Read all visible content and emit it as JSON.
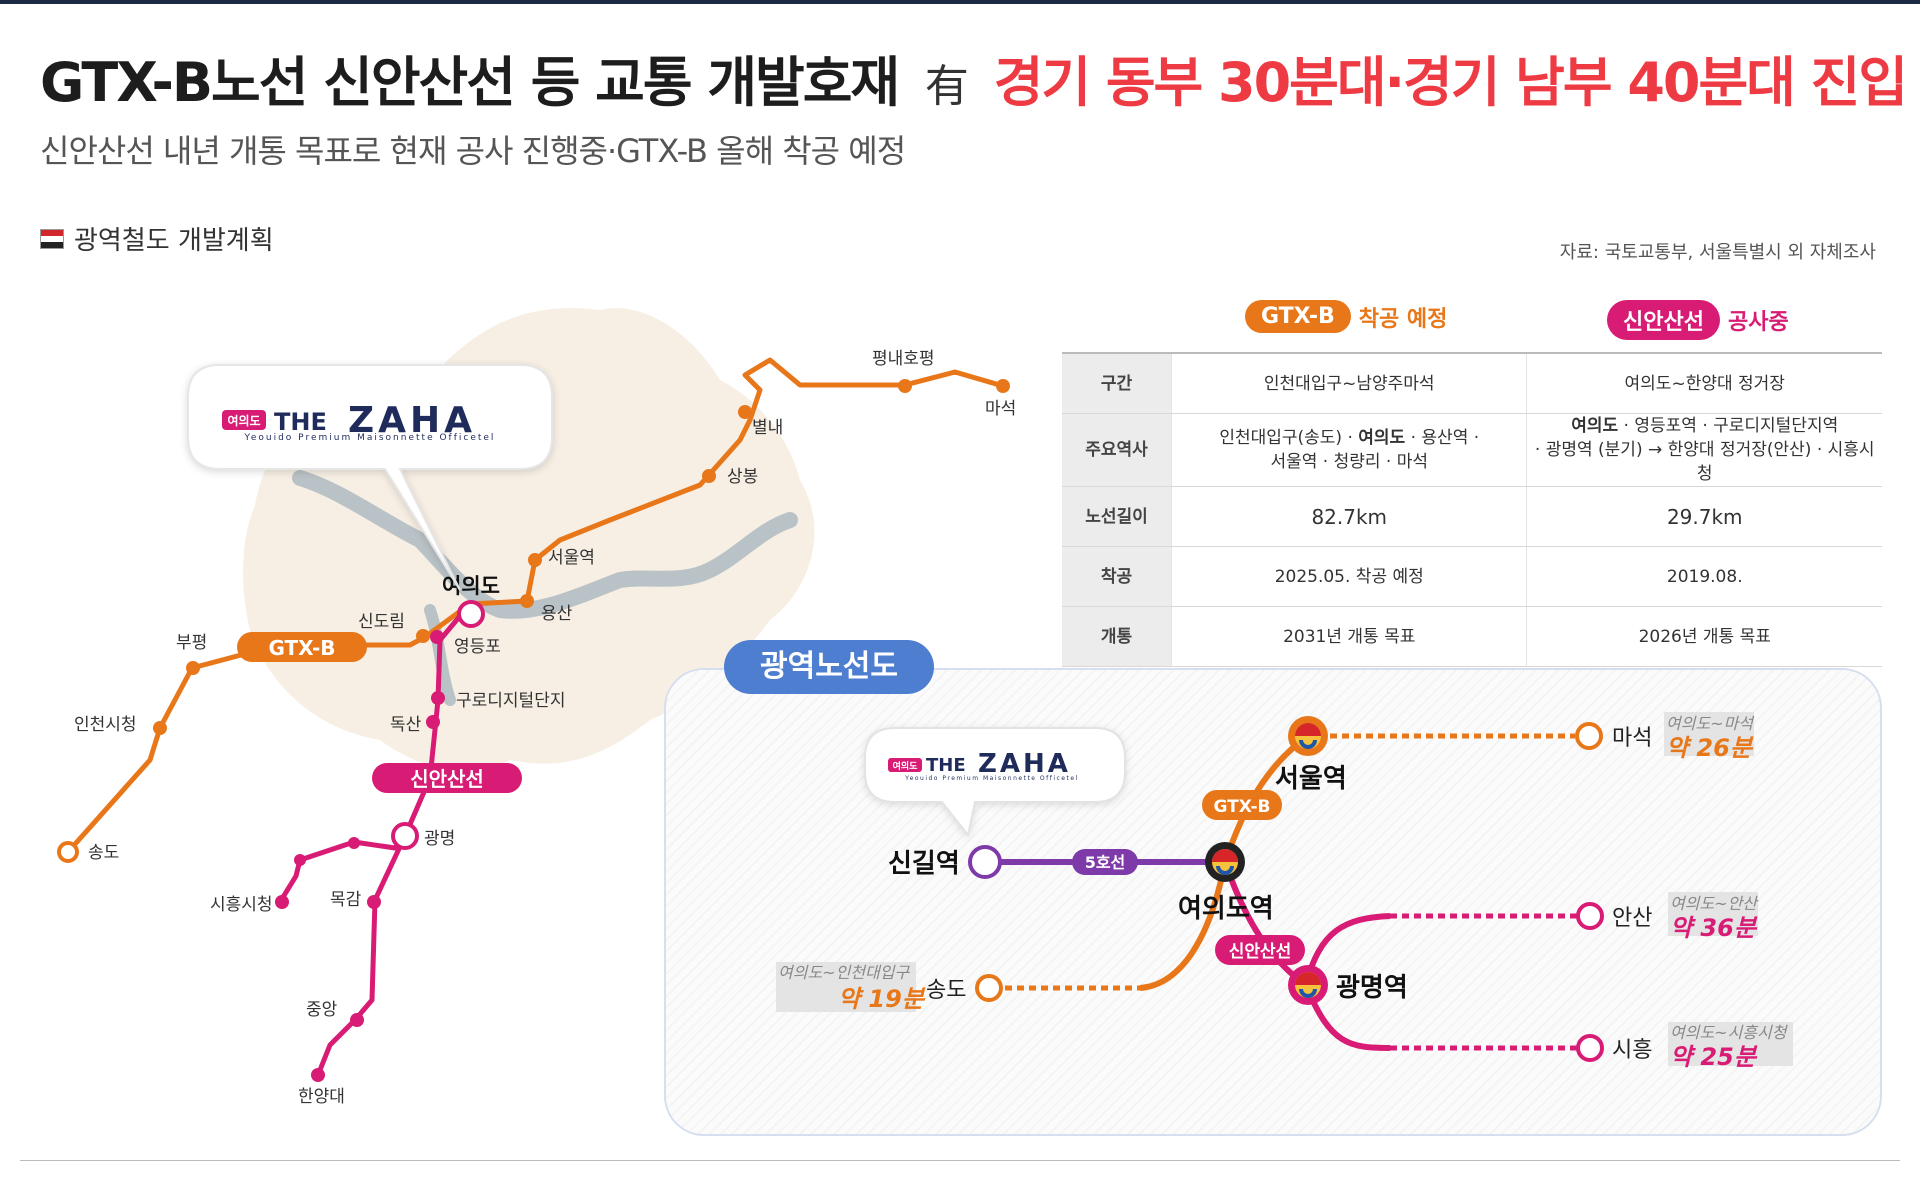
{
  "header": {
    "title_main": "GTX-B노선 신안산선 등 교통 개발호재",
    "title_have": "有",
    "title_highlight": "경기 동부 30분대·경기 남부 40분대 진입",
    "subtitle": "신안산선 내년 개통 목표로 현재 공사 진행중·GTX-B 올해 착공 예정"
  },
  "section_title": "광역철도 개발계획",
  "source": "자료: 국토교통부, 서울특별시 외 자체조사",
  "colors": {
    "gtx": "#e8771a",
    "sinansan": "#d81b74",
    "line5": "#7d3aa8",
    "title_red": "#ee3a43",
    "panel_label": "#4d7ed0"
  },
  "brand": {
    "badge": "여의도",
    "name_prefix": "THE",
    "name": "ZAHA",
    "tagline": "Yeouido Premium Maisonnette Officetel"
  },
  "map": {
    "gtx_label": "GTX-B",
    "sinansan_label": "신안산선",
    "stations": {
      "pyeongnae": "평내호평",
      "maseok": "마석",
      "byeollae": "별내",
      "sangbong": "상봉",
      "seoul": "서울역",
      "yeouido": "여의도",
      "yongsan": "용산",
      "sindorim": "신도림",
      "yeongdeungpo": "영등포",
      "bupyeong": "부평",
      "incheon_cityhall": "인천시청",
      "songdo": "송도",
      "guro": "구로디지털단지",
      "doksan": "독산",
      "gwangmyeong": "광명",
      "siheung_cityhall": "시흥시청",
      "mokgam": "목감",
      "jungang": "중앙",
      "hanyang": "한양대"
    }
  },
  "table": {
    "gtx_tag": "GTX-B",
    "gtx_status": "착공 예정",
    "sin_tag": "신안산선",
    "sin_status": "공사중",
    "rows": [
      {
        "label": "구간",
        "gtx": "인천대입구~남양주마석",
        "sin": "여의도~한양대 정거장"
      },
      {
        "label": "주요역사",
        "gtx_bold": "여의도",
        "gtx_pre": "인천대입구(송도) · ",
        "gtx_post": " · 용산역 ·",
        "gtx_line2": "서울역 · 청량리 · 마석",
        "sin_bold": "여의도",
        "sin_post": " · 영등포역 · 구로디지털단지역",
        "sin_line2": "· 광명역 (분기) → 한양대 정거장(안산) · 시흥시청"
      },
      {
        "label": "노선길이",
        "gtx": "82.7km",
        "sin": "29.7km"
      },
      {
        "label": "착공",
        "gtx": "2025.05. 착공 예정",
        "sin": "2019.08."
      },
      {
        "label": "개통",
        "gtx": "2031년 개통 목표",
        "sin": "2026년 개통 목표"
      }
    ]
  },
  "diagram": {
    "label": "광역노선도",
    "line5_label": "5호선",
    "gtx_label": "GTX-B",
    "sin_label": "신안산선",
    "singil": "신길역",
    "yeouido": "여의도역",
    "seoul": "서울역",
    "gwangmyeong": "광명역",
    "maseok": "마석",
    "maseok_caption": "여의도~마석",
    "maseok_time": "약 26분",
    "ansan": "안산",
    "ansan_caption": "여의도~안산",
    "ansan_time": "약 36분",
    "siheung": "시흥",
    "siheung_caption": "여의도~시흥시청",
    "siheung_time": "약 25분",
    "songdo": "송도",
    "songdo_caption": "여의도~인천대입구",
    "songdo_time": "약 19분"
  }
}
